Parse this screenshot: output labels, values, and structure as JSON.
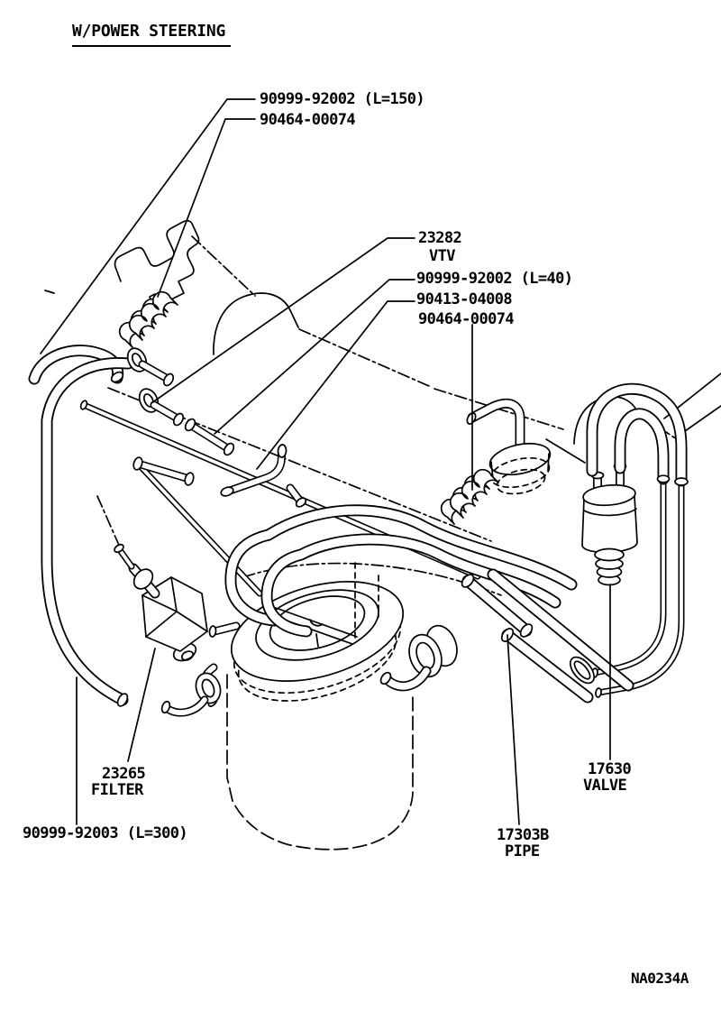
{
  "title": "W/POWER STEERING",
  "figure_code": "NA0234A",
  "colors": {
    "line": "#000000",
    "background": "#ffffff"
  },
  "labels": {
    "hose_150": "90999-92002 (L=150)",
    "clamp_top": "90464-00074",
    "vtv_num": "23282",
    "vtv_name": "VTV",
    "hose_40": "90999-92002 (L=40)",
    "clip": "90413-04008",
    "clamp_mid": "90464-00074",
    "filter_num": "23265",
    "filter_name": "FILTER",
    "hose_300": "90999-92003 (L=300)",
    "pipe_num": "17303B",
    "pipe_name": "PIPE",
    "valve_num": "17630",
    "valve_name": "VALVE"
  }
}
